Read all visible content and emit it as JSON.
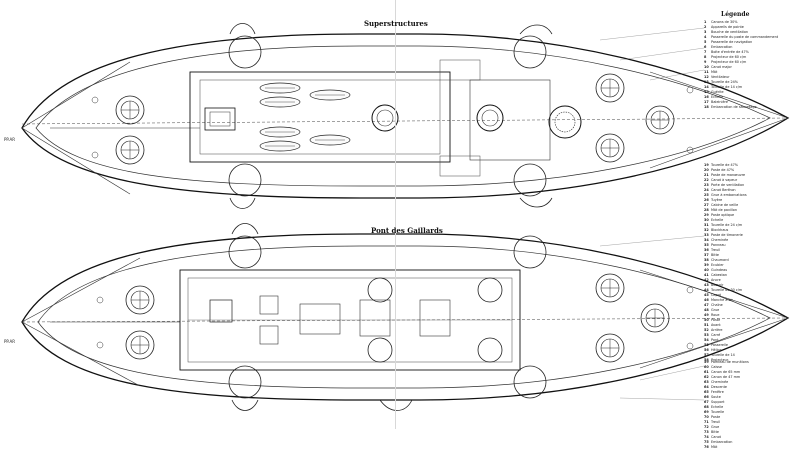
{
  "titles": {
    "top": "Superstructures",
    "bottom": "Pont des Gaillards",
    "legend": "Légende"
  },
  "markers": {
    "top": "PP.AR",
    "bottom": "PP.AR"
  },
  "legend_block_1": [
    {
      "n": "1",
      "t": "Canons de 30%"
    },
    {
      "n": "2",
      "t": "Appareils de pointe"
    },
    {
      "n": "3",
      "t": "Bouche de ventilation"
    },
    {
      "n": "4",
      "t": "Passerelle du poste de commandement"
    },
    {
      "n": "5",
      "t": "Passerelle de navigation"
    },
    {
      "n": "6",
      "t": "Embarcation"
    },
    {
      "n": "7",
      "t": "Boite d'entrée de 47%"
    },
    {
      "n": "8",
      "t": "Projecteur de 60 c/m"
    },
    {
      "n": "9",
      "t": "Projecteur de 60 c/m"
    },
    {
      "n": "10",
      "t": "Canot major"
    },
    {
      "n": "11",
      "t": "Mât"
    },
    {
      "n": "12",
      "t": "Ventilateur"
    },
    {
      "n": "13",
      "t": "Tourelle de 24%"
    },
    {
      "n": "14",
      "t": "Tourelle de 14 c/m"
    },
    {
      "n": "15",
      "t": "Guérite"
    },
    {
      "n": "16",
      "t": "Echelle"
    },
    {
      "n": "17",
      "t": "Baleinière"
    },
    {
      "n": "18",
      "t": "Embarcation de sauvetage"
    }
  ],
  "legend_block_2": [
    {
      "n": "19",
      "t": "Tourelle de 47%"
    },
    {
      "n": "20",
      "t": "Poste de 47%"
    },
    {
      "n": "21",
      "t": "Poste de manœuvre"
    },
    {
      "n": "22",
      "t": "Canot à vapeur"
    },
    {
      "n": "23",
      "t": "Porte de ventilation"
    },
    {
      "n": "24",
      "t": "Canot Berthon"
    },
    {
      "n": "25",
      "t": "Grue à embarcations"
    },
    {
      "n": "26",
      "t": "Tuyère"
    },
    {
      "n": "27",
      "t": "Cabine de veille"
    },
    {
      "n": "28",
      "t": "Mât de pavillon"
    },
    {
      "n": "29",
      "t": "Poste optique"
    },
    {
      "n": "30",
      "t": "Echelle"
    },
    {
      "n": "31",
      "t": "Tourelle de 24 c/m"
    },
    {
      "n": "32",
      "t": "Blockhaus"
    },
    {
      "n": "33",
      "t": "Poste de timonerie"
    },
    {
      "n": "34",
      "t": "Cheminée"
    },
    {
      "n": "35",
      "t": "Panneau"
    },
    {
      "n": "36",
      "t": "Treuil"
    },
    {
      "n": "37",
      "t": "Bitte"
    },
    {
      "n": "38",
      "t": "Chaumard"
    },
    {
      "n": "39",
      "t": "Ecubier"
    },
    {
      "n": "40",
      "t": "Guindeau"
    },
    {
      "n": "41",
      "t": "Cabestan"
    },
    {
      "n": "42",
      "t": "Ancre"
    },
    {
      "n": "43",
      "t": "Bossoir"
    },
    {
      "n": "44",
      "t": "Tourelle de 30 c/m"
    },
    {
      "n": "45",
      "t": "Capot"
    },
    {
      "n": "46",
      "t": "Manche à air"
    },
    {
      "n": "47",
      "t": "Chaîne"
    },
    {
      "n": "48",
      "t": "Grue"
    },
    {
      "n": "49",
      "t": "Roue"
    },
    {
      "n": "50",
      "t": "Poste"
    },
    {
      "n": "51",
      "t": "Avant"
    },
    {
      "n": "52",
      "t": "Arrière"
    },
    {
      "n": "53",
      "t": "Carré"
    },
    {
      "n": "54",
      "t": "Pont"
    },
    {
      "n": "55",
      "t": "Passerelle"
    },
    {
      "n": "56",
      "t": "Hélice"
    },
    {
      "n": "57",
      "t": "Tourelle de 14"
    },
    {
      "n": "58",
      "t": "Projecteur"
    }
  ],
  "legend_block_3": [
    {
      "n": "59",
      "t": "Panneau de munitions"
    },
    {
      "n": "60",
      "t": "Caisse"
    },
    {
      "n": "61",
      "t": "Canon de 65 mm"
    },
    {
      "n": "62",
      "t": "Canon de 47 mm"
    },
    {
      "n": "63",
      "t": "Cheminée"
    },
    {
      "n": "64",
      "t": "Descente"
    },
    {
      "n": "65",
      "t": "Fenêtre"
    },
    {
      "n": "66",
      "t": "Soute"
    },
    {
      "n": "67",
      "t": "Support"
    },
    {
      "n": "68",
      "t": "Echelle"
    },
    {
      "n": "69",
      "t": "Tourelle"
    },
    {
      "n": "70",
      "t": "Poste"
    },
    {
      "n": "71",
      "t": "Treuil"
    },
    {
      "n": "72",
      "t": "Grue"
    },
    {
      "n": "73",
      "t": "Bitte"
    },
    {
      "n": "74",
      "t": "Canot"
    },
    {
      "n": "75",
      "t": "Embarcation"
    },
    {
      "n": "76",
      "t": "Mât"
    }
  ]
}
